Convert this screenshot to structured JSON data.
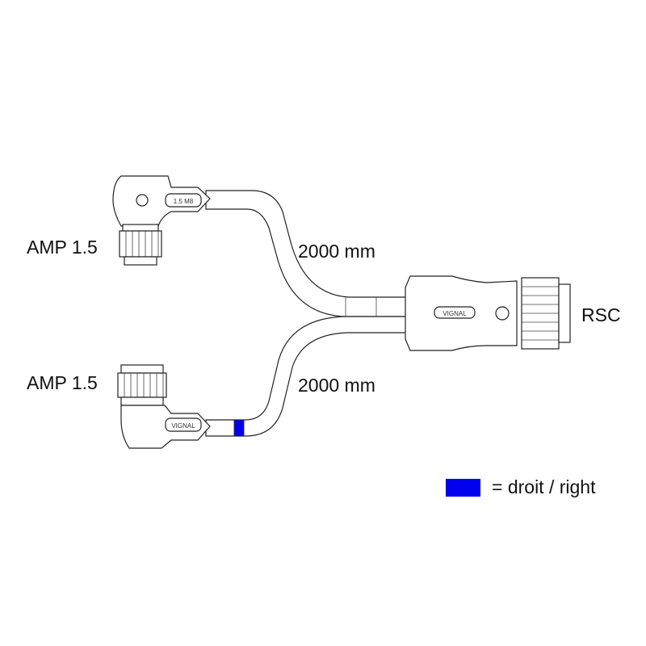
{
  "connectors": {
    "top_left": {
      "label": "AMP 1.5",
      "marking": "1.5 M8"
    },
    "bottom_left": {
      "label": "AMP 1.5",
      "brand": "VIGNAL"
    },
    "right": {
      "label": "RSC",
      "brand": "VIGNAL"
    }
  },
  "cables": {
    "top": {
      "length": "2000 mm"
    },
    "bottom": {
      "length": "2000 mm",
      "marker_color": "#0000ee"
    }
  },
  "legend": {
    "swatch_color": "#0000ee",
    "text": "= droit / right"
  }
}
